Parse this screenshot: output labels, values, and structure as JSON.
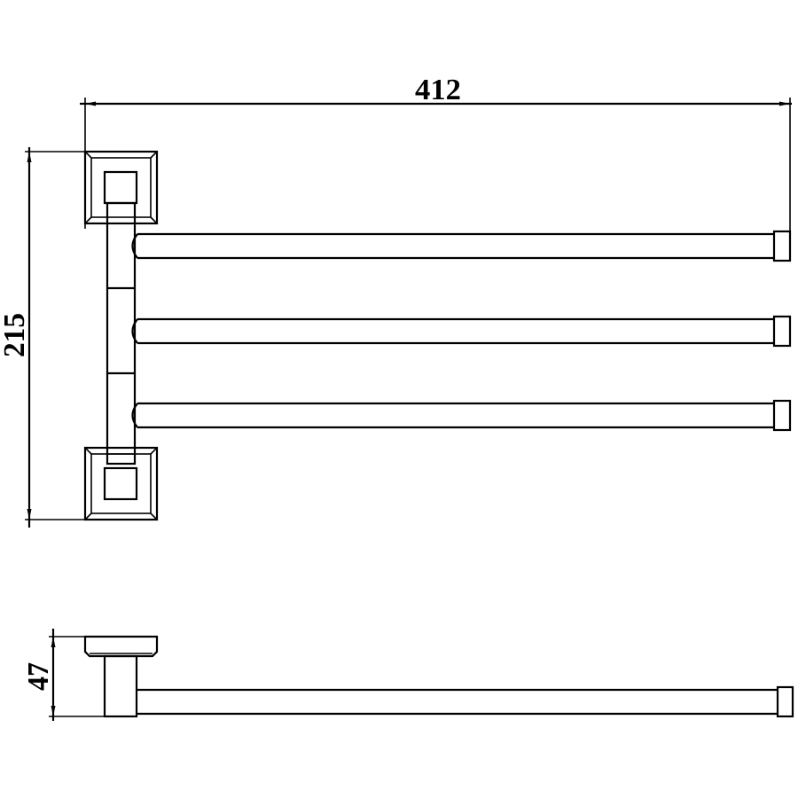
{
  "drawing": {
    "subject": "swivel towel rail, 3 arms",
    "colors": {
      "line": "#000000",
      "background": "#ffffff"
    },
    "front_view": {
      "arm_count": 3,
      "dimensions": {
        "overall_width": {
          "value": "412",
          "orientation": "horizontal"
        },
        "overall_height": {
          "value": "215",
          "orientation": "vertical"
        }
      }
    },
    "side_view": {
      "arm_count": 1,
      "dimensions": {
        "depth": {
          "value": "47",
          "orientation": "vertical"
        }
      }
    }
  }
}
